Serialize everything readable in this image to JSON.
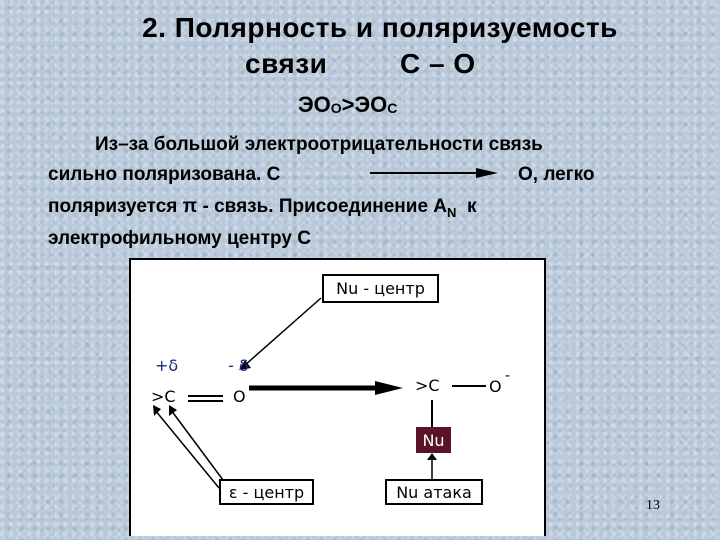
{
  "title": {
    "line1": "2. Полярность и поляризуемость",
    "line2_word": "связи",
    "line2_bond": "С – О"
  },
  "eo_relation": {
    "eo1": "ЭО",
    "sub1": "О",
    "gt": ">",
    "eo2": "ЭО",
    "sub2": "С"
  },
  "paragraph": {
    "line1": "Из–за большой электроотрицательности связь",
    "line2_a": "сильно поляризована. С",
    "line2_b": "О, легко",
    "line3_a": "поляризуется π - связь. Присоединение А",
    "line3_sub": "N",
    "line3_b": "  к",
    "line4": "электрофильному центру С"
  },
  "diagram": {
    "nu_center": "Nu - центр",
    "plus_delta": "+δ",
    "minus_delta": "- δ",
    "carbon": ">C",
    "oxygen": "O",
    "product_carbon": ">C",
    "product_oxygen": "O",
    "product_charge": "-",
    "nu": "Nu",
    "electro_center": "ε - центр",
    "nu_attack": "Nu атака",
    "nu_box_color": "#5a1426"
  },
  "page_number": "13"
}
